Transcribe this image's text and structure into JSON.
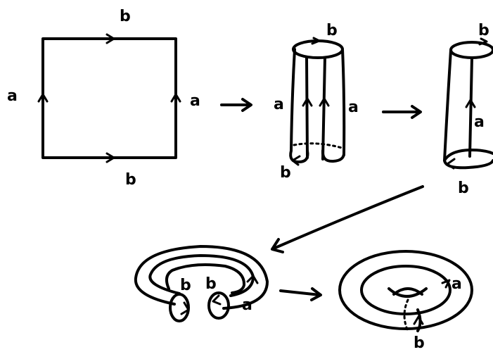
{
  "labels": {
    "square_top": "b",
    "square_left": "a",
    "square_right": "a",
    "square_bottom": "b",
    "tubes_top": "b",
    "tubes_left": "a",
    "tubes_right": "a",
    "tubes_bottom": "b",
    "cylinder_top": "b",
    "cylinder_side": "a",
    "cylinder_bottom": "b",
    "bent_b_left": "b",
    "bent_b_right": "b",
    "bent_a": "a",
    "torus_a": "a",
    "torus_b": "b"
  },
  "colors": {
    "ink": "#000000",
    "background": "#ffffff"
  }
}
